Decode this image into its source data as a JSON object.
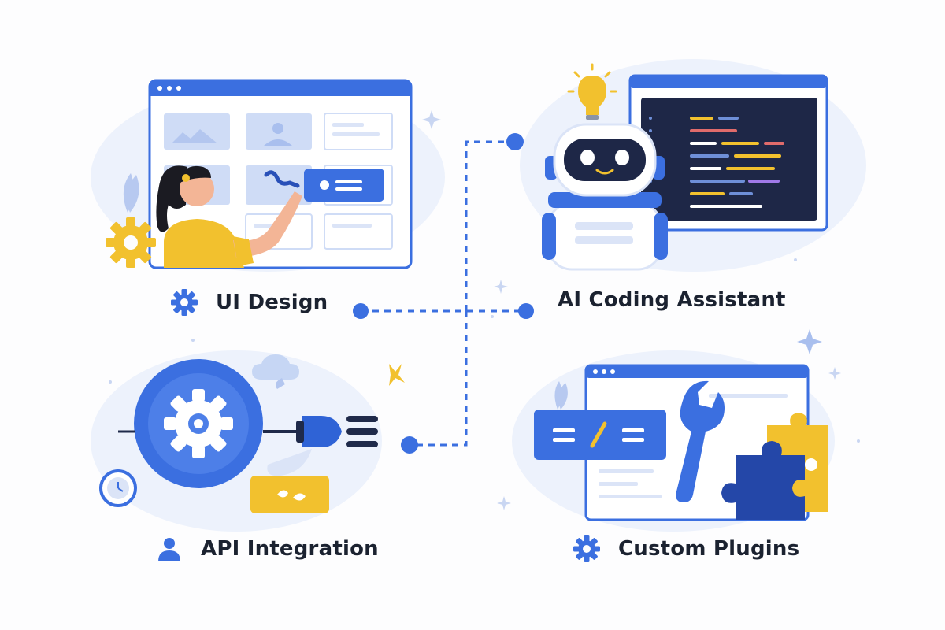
{
  "features": {
    "ui_design": {
      "label": "UI Design",
      "icon": "gear-icon"
    },
    "ai_coding": {
      "label": "AI Coding Assistant",
      "icon": "none"
    },
    "api_integration": {
      "label": "API Integration",
      "icon": "user-icon"
    },
    "custom_plugins": {
      "label": "Custom Plugins",
      "icon": "gear-icon"
    }
  },
  "colors": {
    "primary_blue": "#3b6fe0",
    "dark_navy": "#1f2a4a",
    "yellow": "#f2c12e",
    "pale_blue": "#e8effc",
    "code_bg": "#1e2747"
  }
}
